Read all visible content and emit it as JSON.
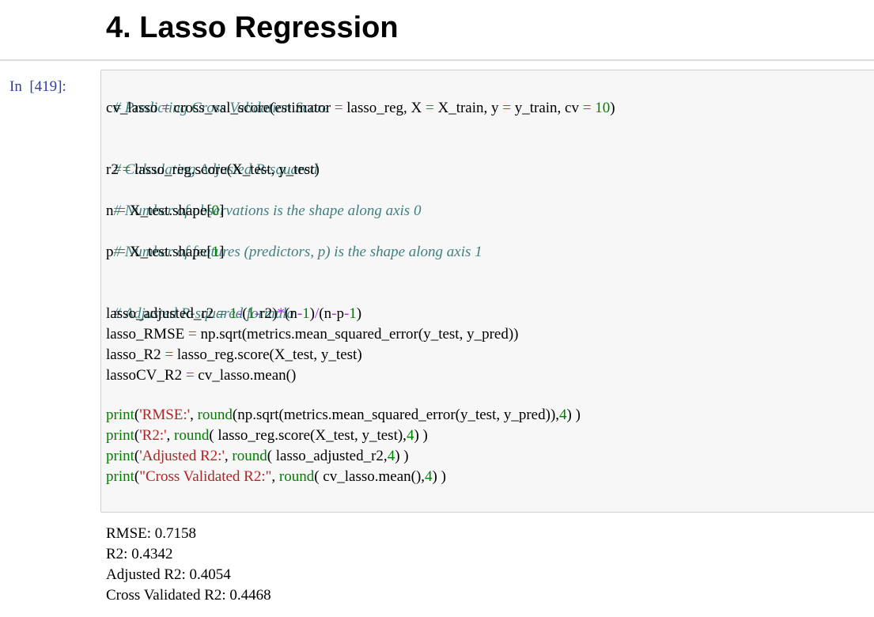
{
  "heading": "4. Lasso Regression",
  "prompt": "In  [419]:",
  "code": {
    "l1": "# Predicting Cross Validation Score",
    "l2": [
      "cv_lasso ",
      "=",
      " cross_val_score(estimator ",
      "=",
      " lasso_reg, X ",
      "=",
      " X_train, y ",
      "=",
      " y_train, cv ",
      "=",
      " ",
      "10",
      ")"
    ],
    "l3": "# Calculating Adjusted R-squared",
    "l4": [
      "r2 ",
      "=",
      " lasso_reg.score(X_test, y_test)"
    ],
    "l5": "# Number of observations is the shape along axis 0",
    "l6": [
      "n ",
      "=",
      " X_test.shape[",
      "0",
      "]"
    ],
    "l7": "# Number of features (predictors, p) is the shape along axis 1",
    "l8": [
      "p ",
      "=",
      " X_test.shape[",
      "1",
      "]"
    ],
    "l9": "# Adjusted R-squared formula",
    "l10": [
      "lasso_adjusted_r2 ",
      "=",
      " ",
      "1",
      "-",
      "(",
      "1",
      "-",
      "r2)",
      "*",
      "(n",
      "-",
      "1",
      ")",
      "/",
      "(n",
      "-",
      "p",
      "-",
      "1",
      ")"
    ],
    "l11": [
      "lasso_RMSE ",
      "=",
      " np.sqrt(metrics.mean_squared_error(y_test, y_pred))"
    ],
    "l12": [
      "lasso_R2 ",
      "=",
      " lasso_reg.score(X_test, y_test)"
    ],
    "l13": [
      "lassoCV_R2 ",
      "=",
      " cv_lasso.mean()"
    ],
    "l14": [
      "print",
      "(",
      "'RMSE:'",
      ", ",
      "round",
      "(np.sqrt(metrics.mean_squared_error(y_test, y_pred)),",
      "4",
      ") )"
    ],
    "l15": [
      "print",
      "(",
      "'R2:'",
      ", ",
      "round",
      "( lasso_reg.score(X_test, y_test),",
      "4",
      ") )"
    ],
    "l16": [
      "print",
      "(",
      "'Adjusted R2:'",
      ", ",
      "round",
      "( lasso_adjusted_r2,",
      "4",
      ") )"
    ],
    "l17": [
      "print",
      "(",
      "\"Cross Validated R2:\"",
      ", ",
      "round",
      "( cv_lasso.mean(),",
      "4",
      ") )"
    ]
  },
  "output": [
    "RMSE: 0.7158",
    "R2: 0.4342",
    "Adjusted R2: 0.4054",
    "Cross Validated R2: 0.4468"
  ]
}
